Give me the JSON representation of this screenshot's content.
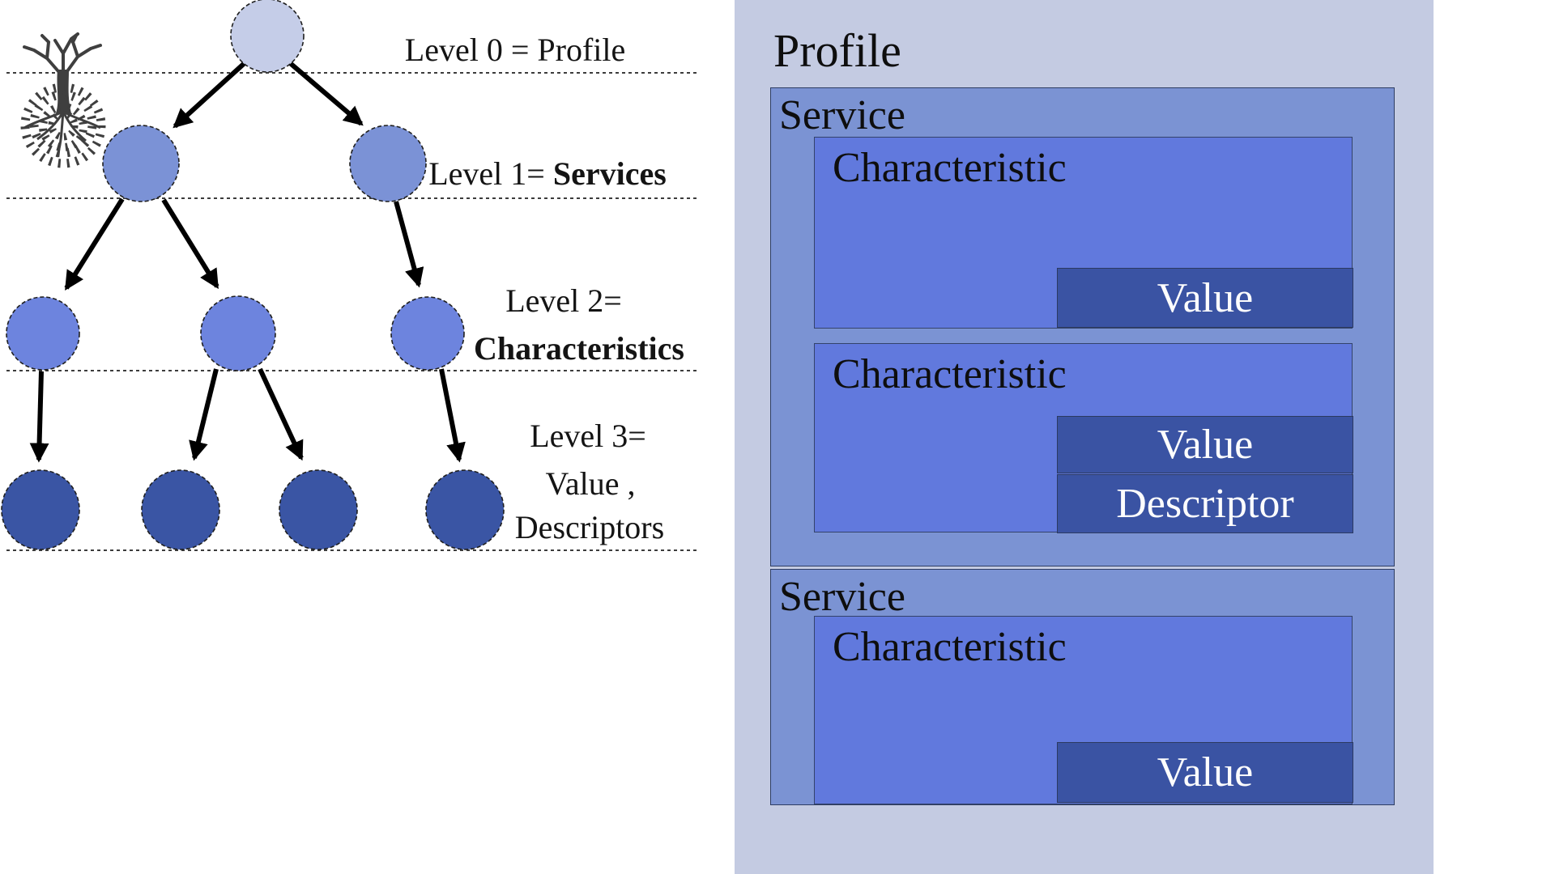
{
  "left_diagram": {
    "labels": {
      "level0": "Level 0 = Profile",
      "level1_prefix": "Level 1= ",
      "level1_bold": "Services",
      "level2_prefix": "Level 2=",
      "level2_bold": "Characteristics",
      "level3_line1": "Level 3=",
      "level3_line2": "Value ,",
      "level3_line3": "Descriptors"
    },
    "node_colors": {
      "level0": "#c5cde8",
      "level1": "#7b92d6",
      "level2": "#6d84de",
      "level3": "#3a55a4"
    },
    "separator_line_count": 4
  },
  "right_diagram": {
    "profile_label": "Profile",
    "panel_color": "#c4cbe2",
    "service_color": "#7b93d3",
    "characteristic_color": "#6179dd",
    "value_color": "#3a53a3",
    "services": [
      {
        "label": "Service",
        "characteristics": [
          {
            "label": "Characteristic",
            "children": [
              {
                "label": "Value"
              }
            ]
          },
          {
            "label": "Characteristic",
            "children": [
              {
                "label": "Value"
              },
              {
                "label": "Descriptor"
              }
            ]
          }
        ]
      },
      {
        "label": "Service",
        "characteristics": [
          {
            "label": "Characteristic",
            "children": [
              {
                "label": "Value"
              }
            ]
          }
        ]
      }
    ]
  }
}
